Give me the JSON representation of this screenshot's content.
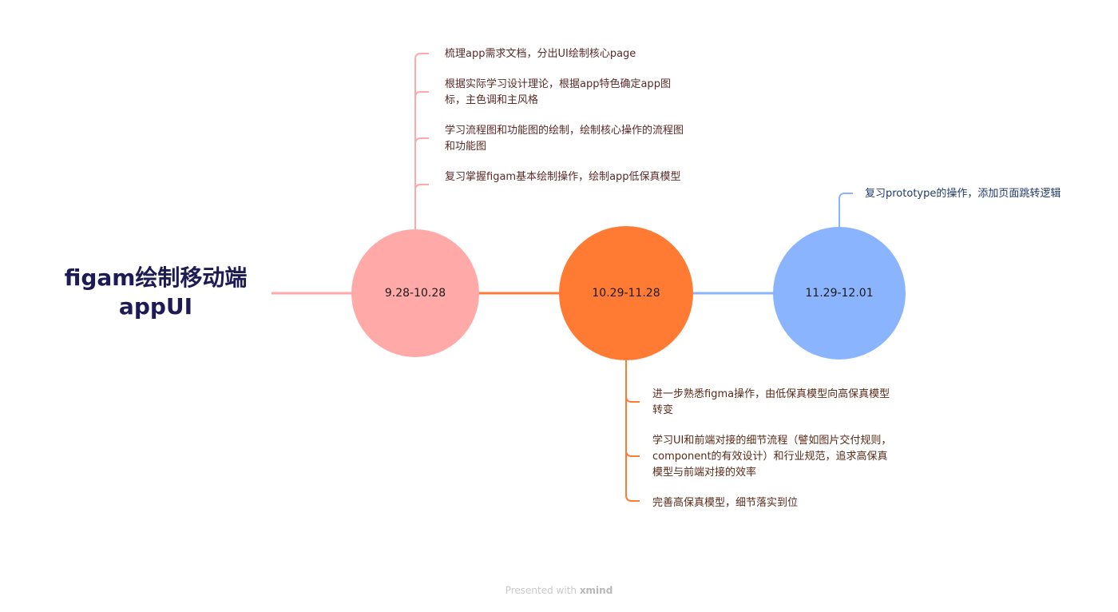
{
  "central_topic": {
    "line1": "figam绘制移动端",
    "line2": "appUI"
  },
  "branches": [
    {
      "label": "9.28-10.28",
      "color": "#ffaaa9",
      "children": [
        "梳理app需求文档，分出UI绘制核心page",
        "根据实际学习设计理论，根据app特色确定app图标，主色调和主风格",
        "学习流程图和功能图的绘制，绘制核心操作的流程图和功能图",
        "复习掌握figam基本绘制操作，绘制app低保真模型"
      ]
    },
    {
      "label": "10.29-11.28",
      "color": "#ff7b33",
      "children": [
        "进一步熟悉figma操作，由低保真模型向高保真模型转变",
        "学习UI和前端对接的细节流程（譬如图片交付规则，component的有效设计）和行业规范，追求高保真模型与前端对接的效率",
        "完善高保真模型，细节落实到位"
      ]
    },
    {
      "label": "11.29-12.01",
      "color": "#8bb4ff",
      "children": [
        "复习prototype的操作，添加页面跳转逻辑"
      ]
    }
  ],
  "footer": {
    "prefix": "Presented with",
    "brand": "xmind"
  }
}
